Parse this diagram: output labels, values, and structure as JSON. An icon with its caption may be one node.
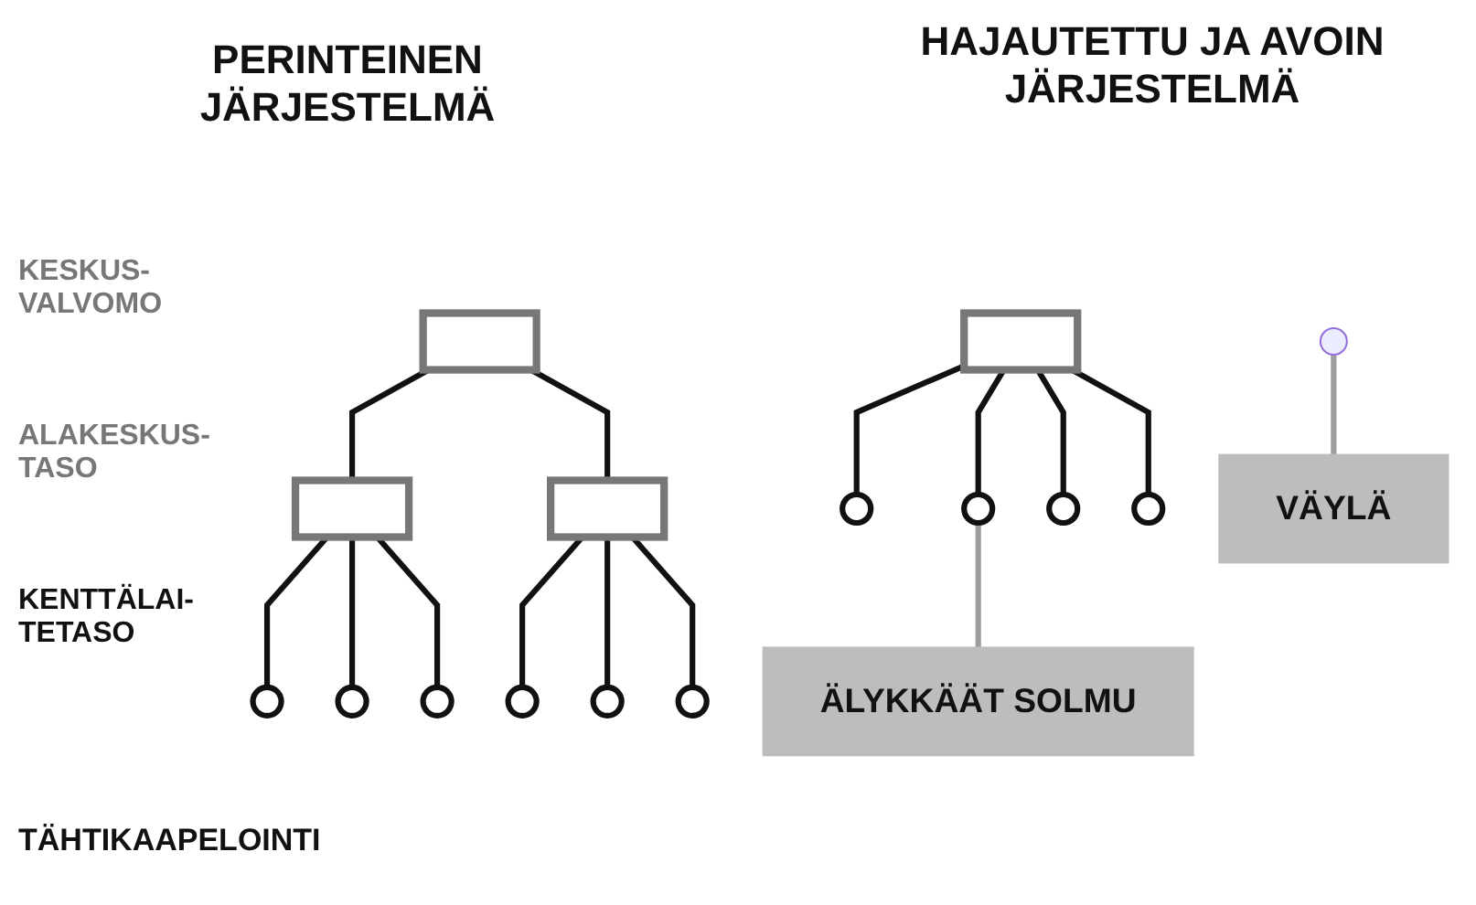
{
  "diagram": {
    "nodes": [
      {
        "text": [],
        "shape": "box"
      },
      {
        "text": [],
        "shape": "box"
      },
      {
        "text": [],
        "shape": "box"
      },
      {
        "text": [],
        "shape": "circle"
      },
      {
        "text": [],
        "shape": "circle"
      },
      {
        "text": [],
        "shape": "circle"
      },
      {
        "text": [],
        "shape": "circle"
      },
      {
        "text": [],
        "shape": "circle"
      },
      {
        "text": [],
        "shape": "circle"
      },
      {
        "text": [],
        "shape": "box"
      },
      {
        "text": [],
        "shape": "circle"
      },
      {
        "text": [],
        "shape": "circle"
      },
      {
        "text": [],
        "shape": "circle"
      },
      {
        "text": [],
        "shape": "circle"
      },
      {
        "text": [
          "VÄYLÄ"
        ]
      },
      {
        "text": [
          "ÄLYKKÄÄT SOLMU"
        ]
      }
    ],
    "edges": [
      {
        "from": 0,
        "to": 1,
        "arrow": "none"
      },
      {
        "from": 0,
        "to": 2,
        "arrow": "none"
      },
      {
        "from": 1,
        "to": 3,
        "arrow": "none"
      },
      {
        "from": 1,
        "to": 4,
        "arrow": "none"
      },
      {
        "from": 1,
        "to": 5,
        "arrow": "none"
      },
      {
        "from": 2,
        "to": 6,
        "arrow": "none"
      },
      {
        "from": 2,
        "to": 7,
        "arrow": "none"
      },
      {
        "from": 2,
        "to": 8,
        "arrow": "none"
      },
      {
        "from": 9,
        "to": 10,
        "arrow": "none"
      },
      {
        "from": 9,
        "to": 11,
        "arrow": "none"
      },
      {
        "from": 9,
        "to": 12,
        "arrow": "none"
      },
      {
        "from": 9,
        "to": 13,
        "arrow": "none"
      },
      {
        "from": 14,
        "to": null,
        "arrow": "none",
        "color": "#9e9e9e"
      },
      {
        "from": 15,
        "to": 11,
        "arrow": "none",
        "color": "#9e9e9e"
      }
    ],
    "labels": [
      "PERINTEINEN JÄRJESTELMÄ",
      "HAJAUTETTU JA AVOIN JÄRJESTELMÄ",
      "KESKUS- VALVOMO",
      "ALAKESKUS- TASO",
      "KENTTÄLAI- TETASO",
      "TÄHTIKAAPELOINTI"
    ]
  }
}
